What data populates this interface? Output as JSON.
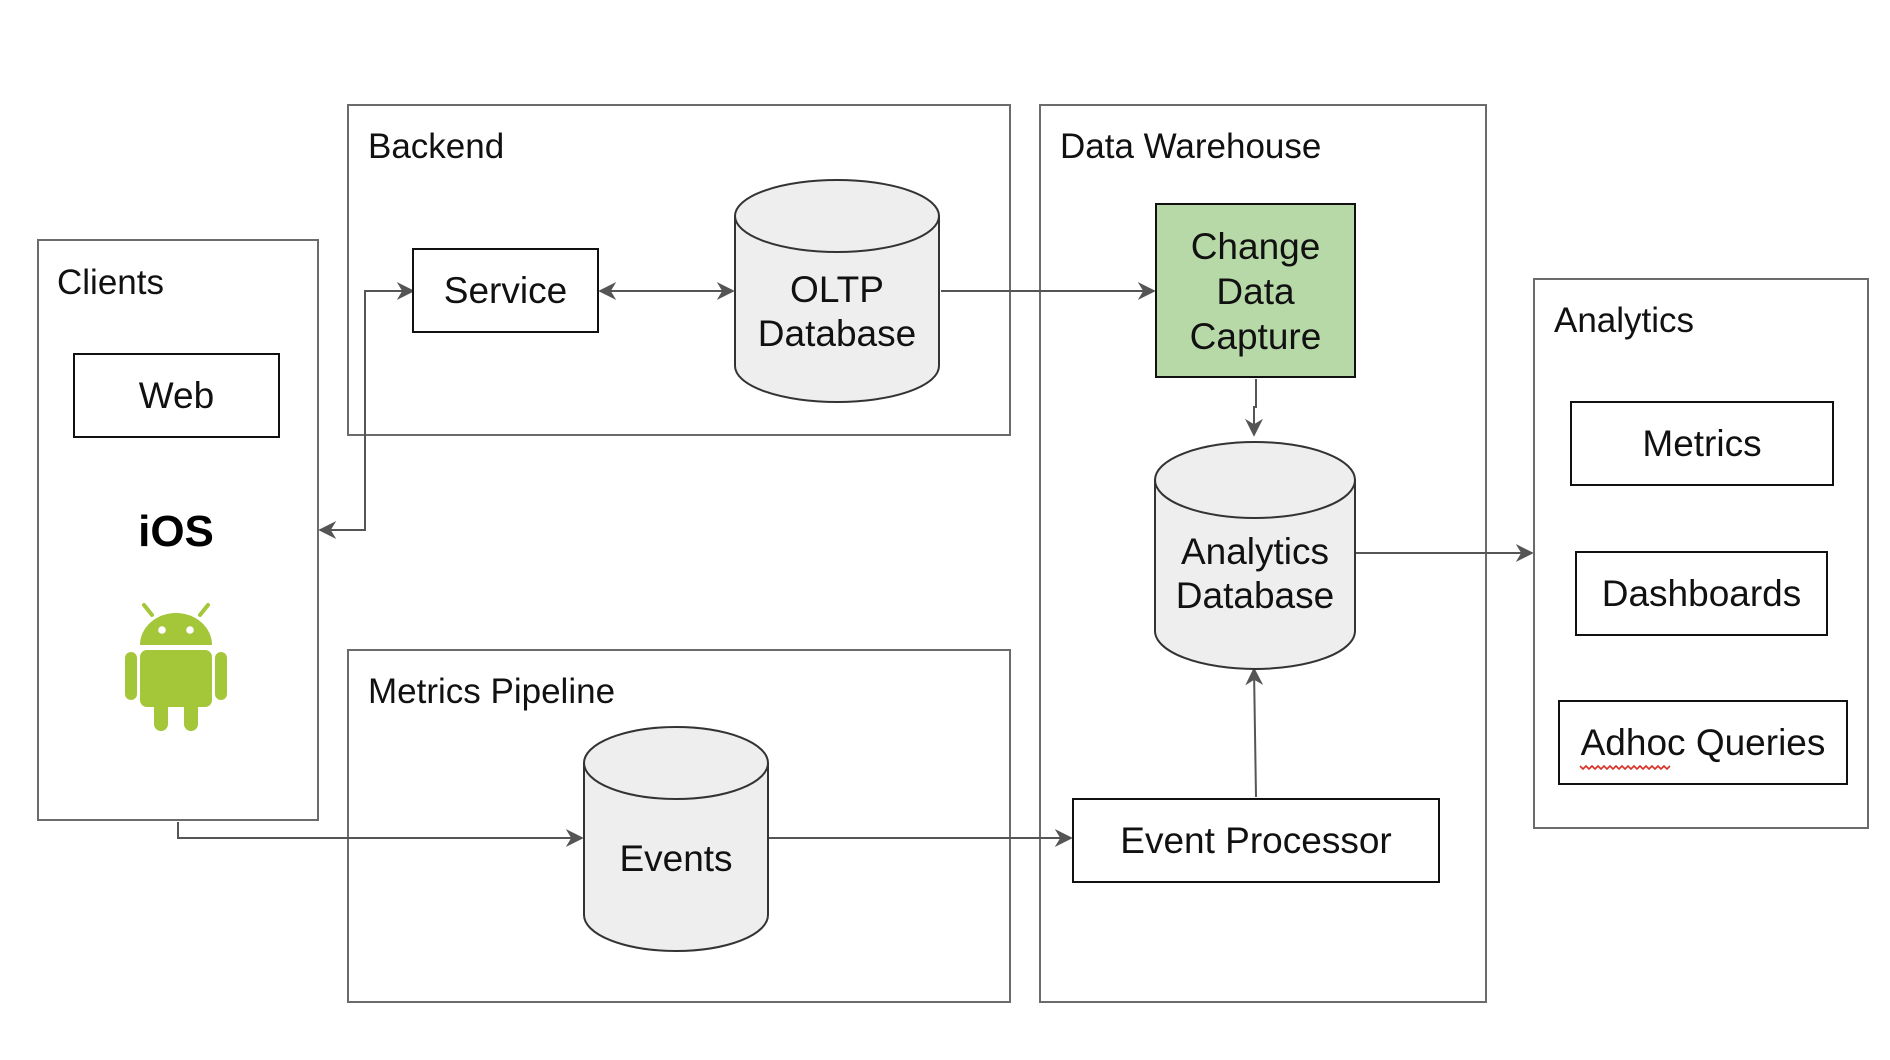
{
  "panels": {
    "clients": "Clients",
    "backend": "Backend",
    "metrics_pipeline": "Metrics Pipeline",
    "data_warehouse": "Data Warehouse",
    "analytics": "Analytics"
  },
  "clients": {
    "web": "Web",
    "ios": "iOS",
    "android_icon": "android-icon"
  },
  "backend": {
    "service": "Service",
    "oltp_line1": "OLTP",
    "oltp_line2": "Database"
  },
  "metrics_pipeline": {
    "events": "Events"
  },
  "data_warehouse": {
    "cdc_line1": "Change",
    "cdc_line2": "Data",
    "cdc_line3": "Capture",
    "analytics_db_line1": "Analytics",
    "analytics_db_line2": "Database",
    "event_processor": "Event Processor"
  },
  "analytics": {
    "metrics": "Metrics",
    "dashboards": "Dashboards",
    "adhoc_queries": "Adhoc Queries"
  },
  "colors": {
    "cdc_fill": "#b7d9a8",
    "cylinder_fill": "#eeeeee",
    "android_green": "#a4c639",
    "spellcheck_underline": "#d93025"
  }
}
